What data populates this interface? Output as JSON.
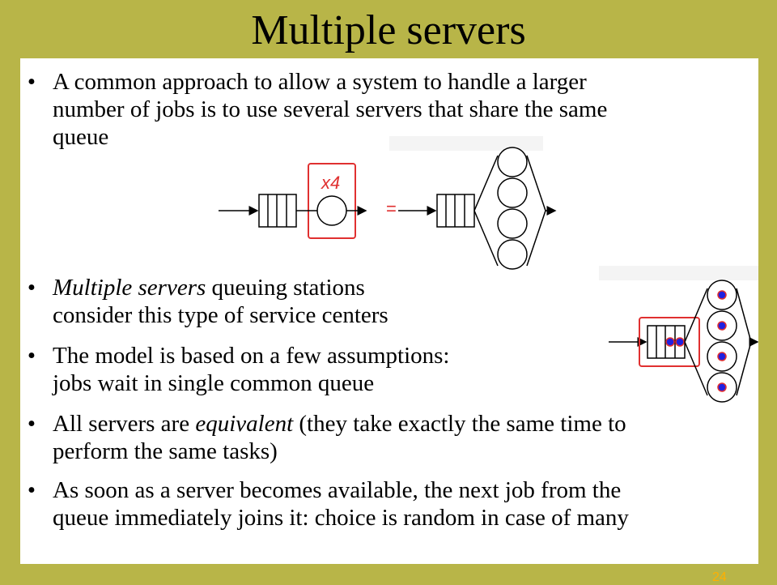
{
  "slide": {
    "title": "Multiple servers",
    "page_number": "24"
  },
  "bullets": [
    {
      "lines": [
        "A common approach to allow a system to handle a larger",
        "number of jobs is to use several servers that share the same",
        "queue"
      ]
    },
    {
      "italic_lead": "Multiple servers",
      "lines": [
        " queuing stations",
        "consider this type of service centers"
      ]
    },
    {
      "lines": [
        "The model is based on a few assumptions:",
        "jobs wait in single common queue"
      ]
    },
    {
      "pre": "All servers are ",
      "italic": "equivalent",
      "post": " (they take exactly the same time to",
      "lines": [
        "",
        "perform the same tasks)"
      ]
    },
    {
      "lines": [
        "As soon as a server becomes available, the next job from the",
        "queue immediately joins it: choice is random in case of many"
      ]
    }
  ],
  "figure": {
    "multiplier_label": "x4",
    "equals_sign": "=",
    "colors": {
      "accent": "#e03030",
      "job_fill": "#2020e0"
    }
  }
}
